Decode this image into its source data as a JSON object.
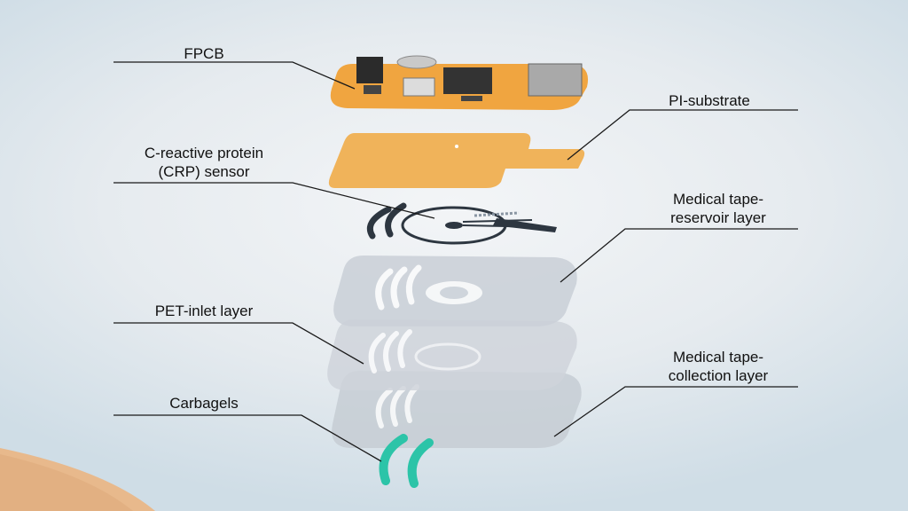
{
  "labels": {
    "fpcb": "FPCB",
    "pi_substrate": "PI-substrate",
    "crp_sensor_line1": "C-reactive protein",
    "crp_sensor_line2": "(CRP) sensor",
    "reservoir_line1": "Medical tape-",
    "reservoir_line2": "reservoir layer",
    "pet_inlet": "PET-inlet layer",
    "collection_line1": "Medical tape-",
    "collection_line2": "collection layer",
    "carbagels": "Carbagels"
  },
  "colors": {
    "board": "#f0a540",
    "substrate": "#f0b35a",
    "sensor": "#2d3640",
    "tape_layer": "#c9ced6",
    "carbagel": "#2cc4a8",
    "skin": "#e8b98c",
    "leader_line": "#1a1a1a"
  }
}
